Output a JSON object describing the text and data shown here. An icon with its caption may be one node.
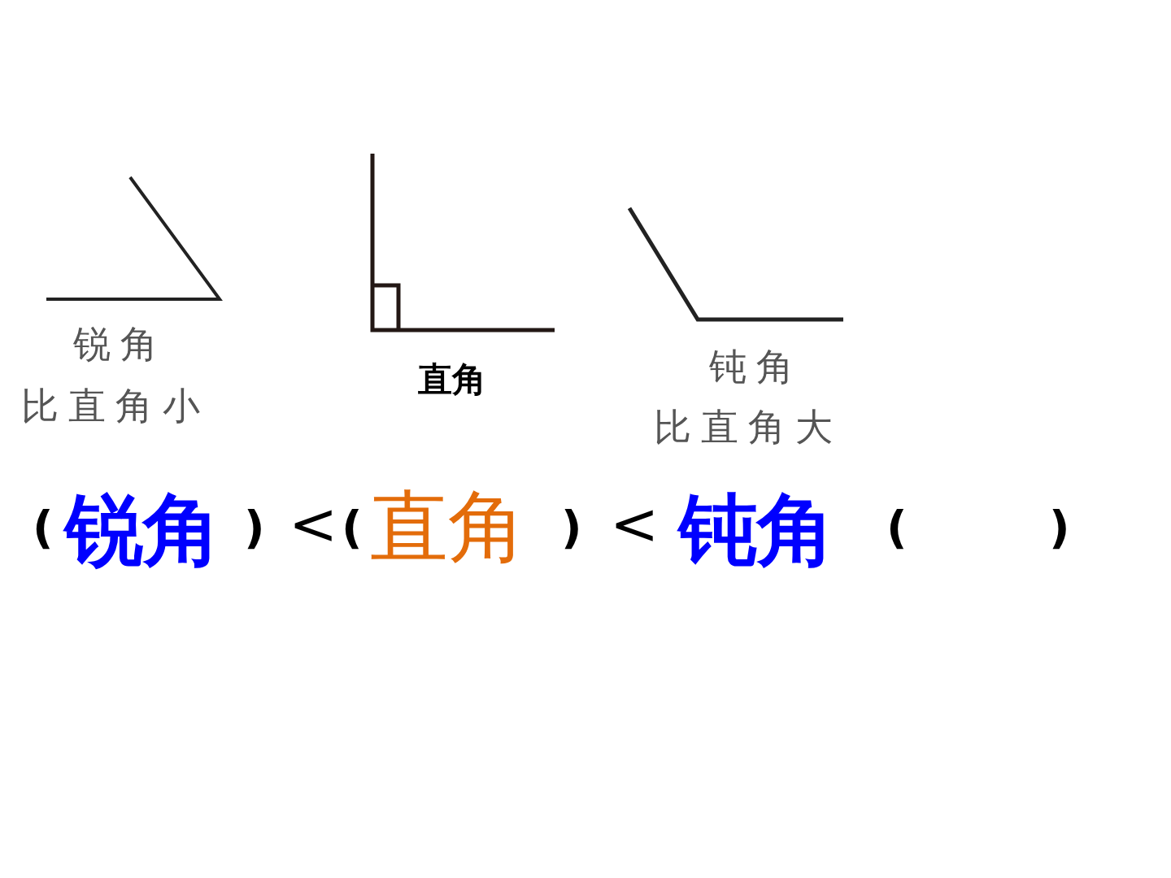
{
  "diagram": {
    "labels": [
      "锐角",
      "比直角小",
      "直角",
      "钝角",
      "比直角大",
      "(",
      "锐角",
      ")",
      "<",
      "(",
      "直角",
      ")",
      "<",
      "钝角",
      "(",
      ")"
    ]
  }
}
